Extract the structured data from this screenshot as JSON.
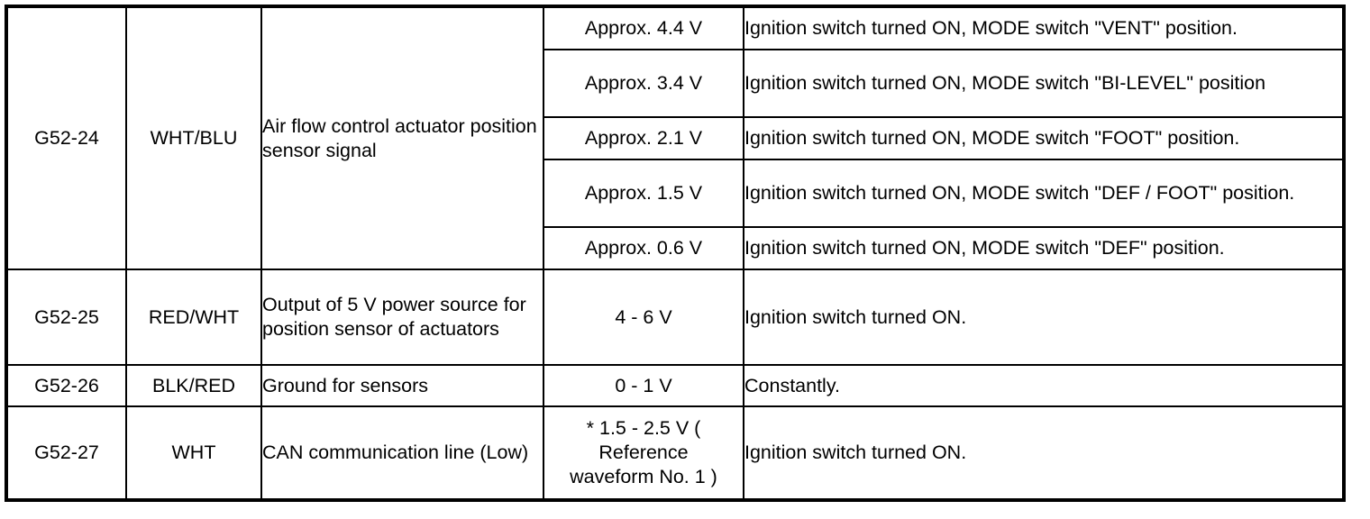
{
  "table": {
    "columns": [
      "terminal",
      "wire_color",
      "description",
      "value",
      "condition"
    ],
    "rows": [
      {
        "terminal": "G52-24",
        "wire_color": "WHT/BLU",
        "description": "Air flow control actuator position sensor signal",
        "measurements": [
          {
            "value": "Approx. 4.4 V",
            "condition": "Ignition switch turned ON, MODE switch \"VENT\" position."
          },
          {
            "value": "Approx. 3.4 V",
            "condition": "Ignition switch turned ON, MODE switch \"BI-LEVEL\" position"
          },
          {
            "value": "Approx. 2.1 V",
            "condition": "Ignition switch turned ON, MODE switch \"FOOT\" position."
          },
          {
            "value": "Approx. 1.5 V",
            "condition": "Ignition switch turned ON, MODE switch \"DEF / FOOT\" position."
          },
          {
            "value": "Approx. 0.6 V",
            "condition": "Ignition switch turned ON, MODE switch \"DEF\" position."
          }
        ]
      },
      {
        "terminal": "G52-25",
        "wire_color": "RED/WHT",
        "description": "Output of 5 V power source for position sensor of actuators",
        "measurements": [
          {
            "value": "4 - 6 V",
            "condition": "Ignition switch turned ON."
          }
        ]
      },
      {
        "terminal": "G52-26",
        "wire_color": "BLK/RED",
        "description": "Ground for sensors",
        "measurements": [
          {
            "value": "0 - 1 V",
            "condition": "Constantly."
          }
        ]
      },
      {
        "terminal": "G52-27",
        "wire_color": "WHT",
        "description": "CAN communication line (Low)",
        "measurements": [
          {
            "value": "* 1.5 - 2.5 V ( Reference waveform No. 1 )",
            "value_line1": "* 1.5 - 2.5 V (",
            "value_line2": "Reference",
            "value_line3": "waveform No. 1 )",
            "condition": "Ignition switch turned ON."
          }
        ]
      }
    ]
  },
  "colors": {
    "border": "#000000",
    "text": "#000000",
    "background": "#ffffff"
  }
}
